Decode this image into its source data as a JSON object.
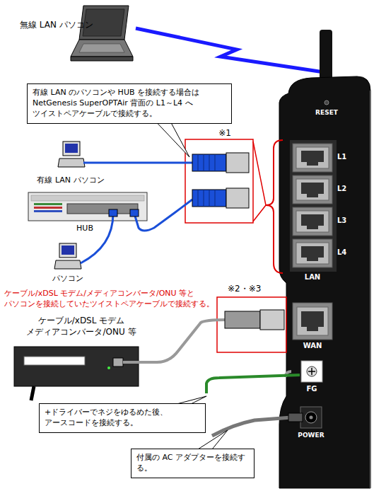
{
  "diagram": {
    "nodes": [
      {
        "text": [
          "有線 LAN のパソコンや HUB を接続する場合は NetGenesis SuperOPTAir 背面の L1～L4 へ ツイストペアケーブルで接続する。"
        ]
      },
      {
        "text": [
          "ケーブル/xDSL モデム メディアコンバータ/ONU 等"
        ]
      },
      {
        "text": [
          "+ドライバーでネジをゆるめた後、 アースコードを接続する。"
        ]
      },
      {
        "text": [
          "付属の AC アダプターを接続する。"
        ]
      }
    ],
    "labels": [
      "無線 LAN パソコン",
      "※1",
      "有線 LAN パソコン",
      "HUB",
      "パソコン",
      "RESET",
      "L1",
      "L2",
      "L3",
      "L4",
      "LAN",
      "※2・※3",
      "ケーブル/xDSL モデム/メディアコンバータ/ONU 等と パソコンを接続していたツイストペアケーブルで接続する。",
      "WAN",
      "FG",
      "POWER"
    ]
  }
}
